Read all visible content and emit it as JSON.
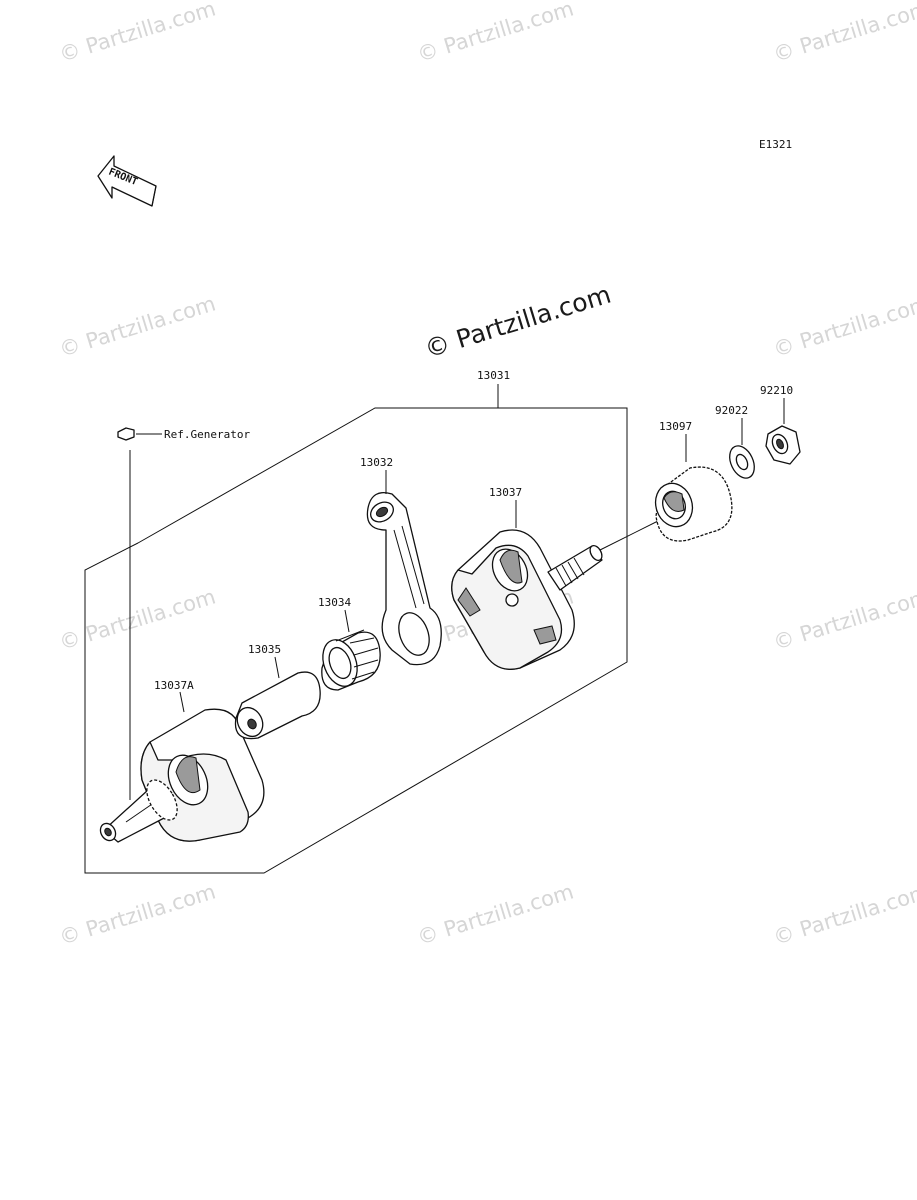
{
  "diagram_code": "E1321",
  "front_label": "FRONT",
  "ref_label": "Ref.Generator",
  "watermark": "© Partzilla.com",
  "parts": {
    "p13031": "13031",
    "p13032": "13032",
    "p13037": "13037",
    "p13097": "13097",
    "p92022": "92022",
    "p92210": "92210",
    "p13034": "13034",
    "p13035": "13035",
    "p13037A": "13037A"
  }
}
